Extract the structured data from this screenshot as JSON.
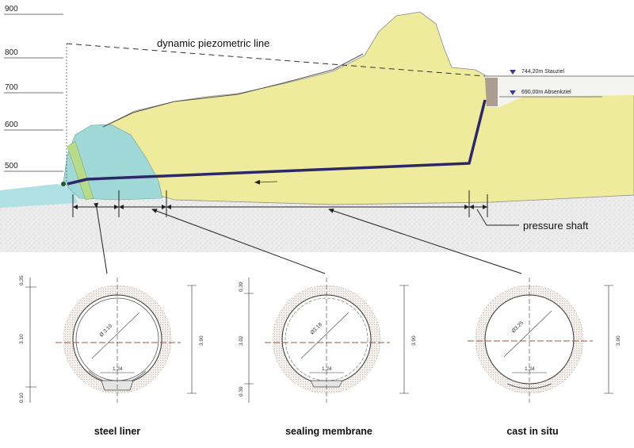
{
  "elevation_axis": {
    "labels": [
      "900",
      "800",
      "700",
      "600",
      "500"
    ]
  },
  "profile": {
    "piezometric_label": "dynamic piezometric line",
    "water_level_max": "744,20m Stauziel",
    "water_level_min": "690,00m Absenkziel",
    "pressure_shaft_label": "pressure shaft"
  },
  "sections": [
    {
      "name": "steel liner",
      "diameter": "Ø 3.10",
      "invert_width": "1.24",
      "overall": "3.90",
      "left_dims": [
        "0.35",
        "3.10",
        "0.10"
      ]
    },
    {
      "name": "sealing membrane",
      "diameter": "Ø3.18",
      "invert_width": "1.24",
      "overall": "3.90",
      "left_dims": [
        "0.39",
        "3.02",
        "0.39"
      ]
    },
    {
      "name": "cast in situ",
      "diameter": "Ø3.25",
      "invert_width": "1.24",
      "overall": "3.90",
      "left_dims": []
    }
  ],
  "colors": {
    "rock_yellow": "#eeeb9c",
    "rock_cyan": "#9fd8d6",
    "water_cyan": "#aee0e4",
    "tunnel_line": "#2b2768",
    "ground_grey": "#e6e6e6"
  }
}
